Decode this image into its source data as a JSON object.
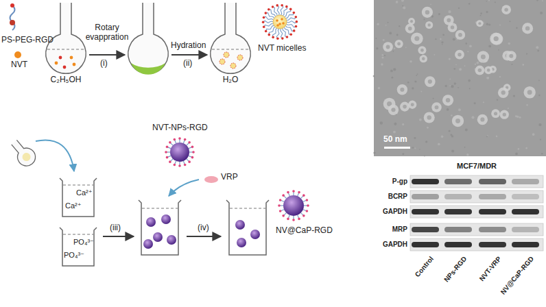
{
  "diagram": {
    "nodes": [
      {
        "text": [
          "C₂H₅OH"
        ]
      },
      {
        "text": [
          "H₂O"
        ]
      },
      {
        "text": [
          "Ca²⁺",
          "Ca²⁺"
        ]
      },
      {
        "text": [
          "PO₄³⁻",
          "PO₄³⁻"
        ]
      }
    ],
    "labels": [
      "PS-PEG-RGD",
      "NVT",
      "Rotary evappration",
      "(i)",
      "Hydration",
      "(ii)",
      "NVT micelles",
      "NVT-NPs-RGD",
      "VRP",
      "(iii)",
      "(iv)",
      "NV@CaP-RGD",
      "50 nm",
      "MCF7/MDR",
      "P-gp",
      "BCRP",
      "GAPDH",
      "MRP",
      "GAPDH",
      "Control",
      "NPs-RGD",
      "NVT-VRP",
      "NV@CaP-RGD"
    ]
  }
}
